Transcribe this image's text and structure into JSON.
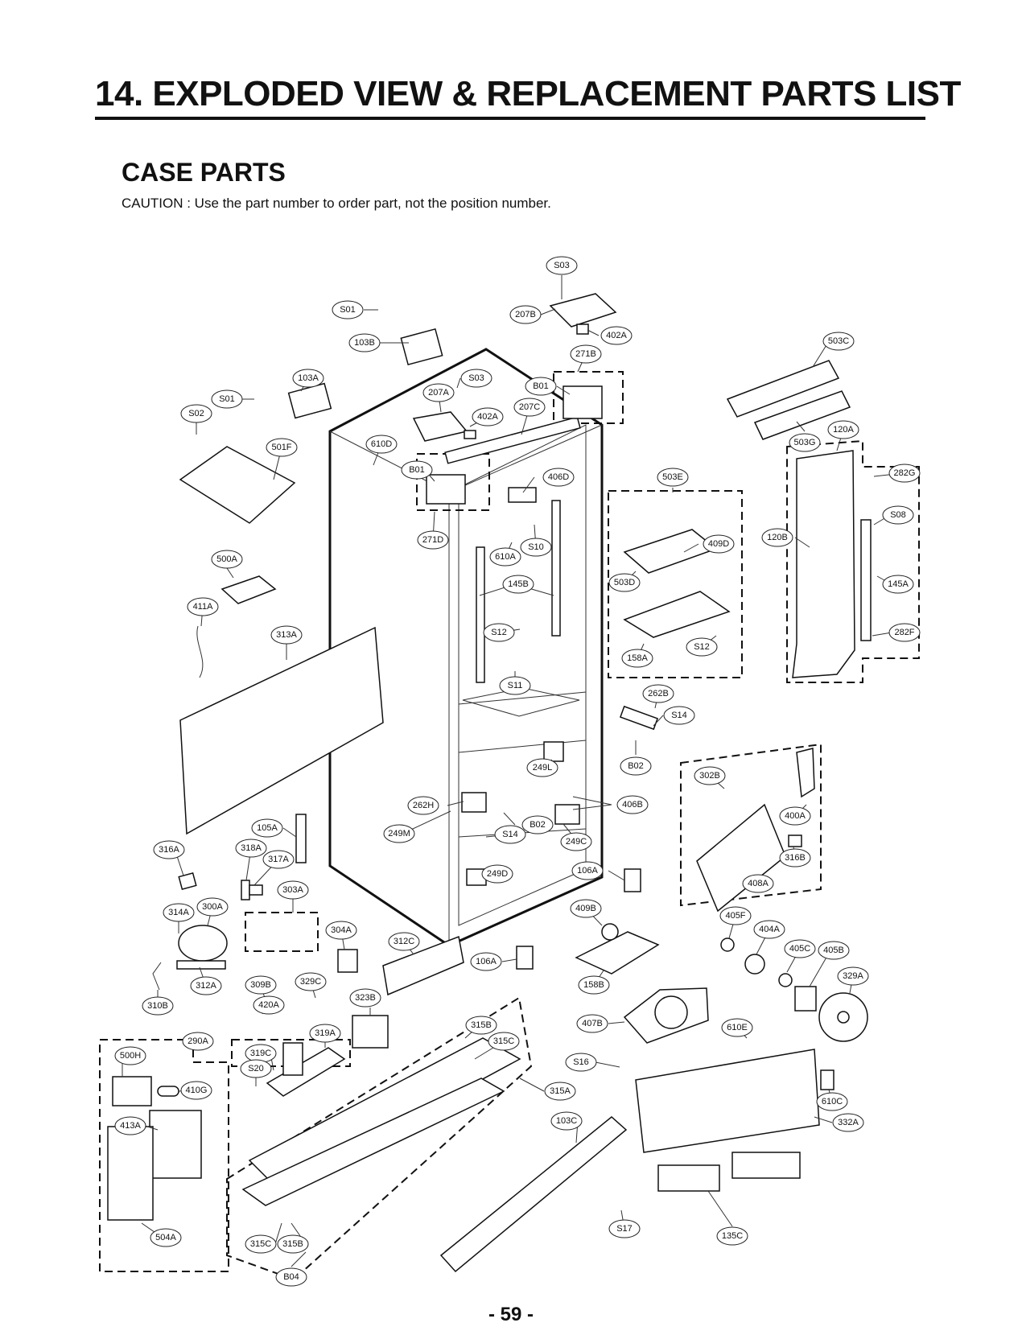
{
  "heading": "14. EXPLODED VIEW & REPLACEMENT PARTS LIST",
  "section_title": "CASE PARTS",
  "caution": "CAUTION : Use the part number to order part, not the position number.",
  "page_number": "- 59 -",
  "callouts": {
    "S03_top": "S03",
    "207B": "207B",
    "402A_top": "402A",
    "S01_top": "S01",
    "103B": "103B",
    "503C": "503C",
    "271B": "271B",
    "103A": "103A",
    "S03_mid": "S03",
    "B01_top": "B01",
    "207A": "207A",
    "S01_left": "S01",
    "207C": "207C",
    "402A_mid": "402A",
    "S02": "S02",
    "610D": "610D",
    "501F": "501F",
    "120A": "120A",
    "503G": "503G",
    "B01_mid": "B01",
    "406D": "406D",
    "503E": "503E",
    "282G": "282G",
    "S08": "S08",
    "409D": "409D",
    "120B": "120B",
    "271D": "271D",
    "S10": "S10",
    "500A": "500A",
    "610A": "610A",
    "145B": "145B",
    "503D": "503D",
    "145A": "145A",
    "411A": "411A",
    "313A": "313A",
    "S12_mid": "S12",
    "282F": "282F",
    "S12_right": "S12",
    "158A": "158A",
    "S11": "S11",
    "262B": "262B",
    "S14_right": "S14",
    "B02_right": "B02",
    "249L": "249L",
    "302B": "302B",
    "262H": "262H",
    "406B": "406B",
    "400A": "400A",
    "105A": "105A",
    "B02_mid": "B02",
    "249M": "249M",
    "S14_mid": "S14",
    "249C": "249C",
    "316A": "316A",
    "318A": "318A",
    "317A": "317A",
    "316B": "316B",
    "106A_top": "106A",
    "249D": "249D",
    "408A": "408A",
    "303A": "303A",
    "314A": "314A",
    "300A": "300A",
    "409B": "409B",
    "405F": "405F",
    "304A": "304A",
    "404A": "404A",
    "312C": "312C",
    "405C": "405C",
    "405B": "405B",
    "106A_bot": "106A",
    "312A": "312A",
    "309B": "309B",
    "329C": "329C",
    "158B": "158B",
    "329A": "329A",
    "310B": "310B",
    "420A": "420A",
    "323B": "323B",
    "407B": "407B",
    "315B_top": "315B",
    "610E": "610E",
    "319A": "319A",
    "290A": "290A",
    "315C_top": "315C",
    "319C": "319C",
    "500H": "500H",
    "S16": "S16",
    "S20": "S20",
    "410G": "410G",
    "315A": "315A",
    "610C": "610C",
    "413A": "413A",
    "103C": "103C",
    "332A": "332A",
    "504A": "504A",
    "315C_bot": "315C",
    "315B_bot": "315B",
    "S17": "S17",
    "135C": "135C",
    "B04": "B04"
  }
}
